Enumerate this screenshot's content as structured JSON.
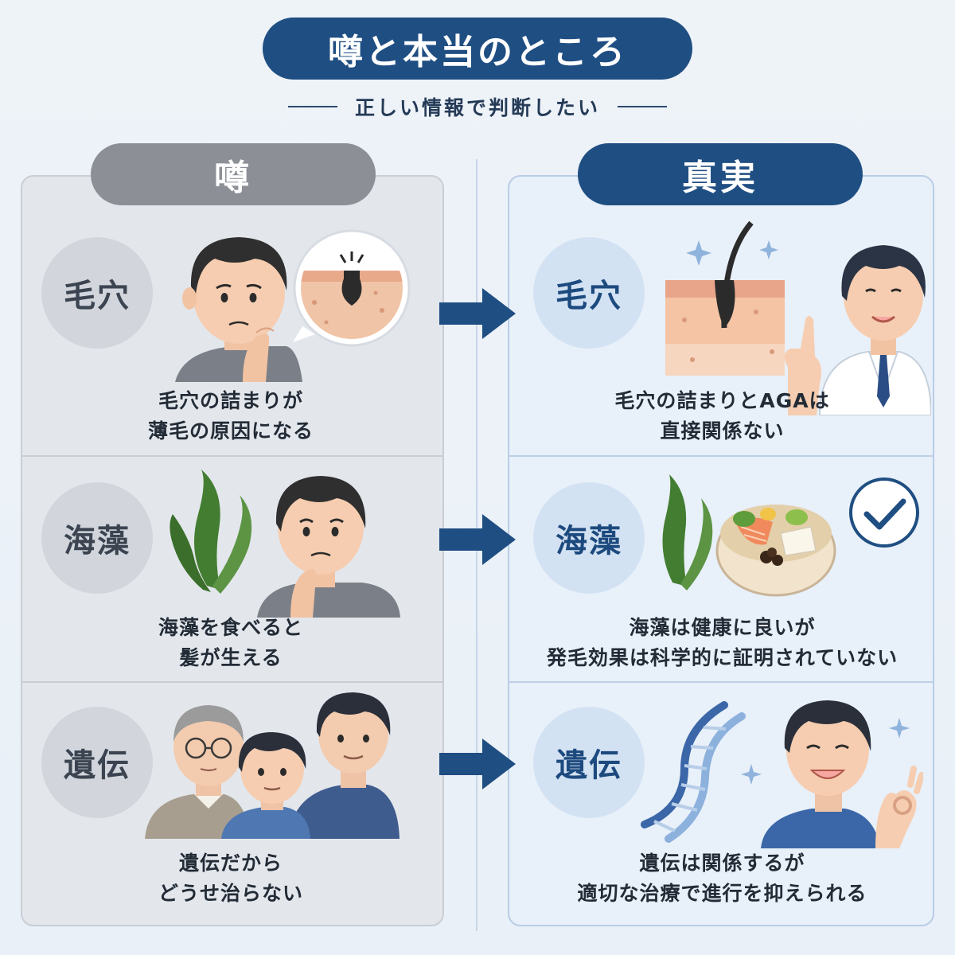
{
  "header": {
    "title": "噂と本当のところ",
    "subtitle": "正しい情報で判断したい"
  },
  "columns": {
    "myth_label": "噂",
    "truth_label": "真実"
  },
  "rows": [
    {
      "myth_badge": "毛穴",
      "myth_line1": "毛穴の詰まりが",
      "myth_line2": "薄毛の原因になる",
      "truth_badge": "毛穴",
      "truth_line1": "毛穴の詰まりとAGAは",
      "truth_line2": "直接関係ない"
    },
    {
      "myth_badge": "海藻",
      "myth_line1": "海藻を食べると",
      "myth_line2": "髪が生える",
      "truth_badge": "海藻",
      "truth_line1": "海藻は健康に良いが",
      "truth_line2": "発毛効果は科学的に証明されていない"
    },
    {
      "myth_badge": "遺伝",
      "myth_line1": "遺伝だから",
      "myth_line2": "どうせ治らない",
      "truth_badge": "遺伝",
      "truth_line1": "遺伝は関係するが",
      "truth_line2": "適切な治療で進行を抑えられる"
    }
  ],
  "icons": {
    "arrow": "right-arrow-icon",
    "check": "check-circle-icon",
    "sparkle": "sparkle-icon",
    "dna": "dna-helix-icon",
    "seaweed": "seaweed-icon",
    "pore": "hair-follicle-icon",
    "food": "food-bowl-icon"
  },
  "colors": {
    "brand_navy": "#1f4e82",
    "myth_gray": "#8c9096",
    "background": "#eef3f8",
    "skin": "#f2b99a",
    "hair": "#2b2b2b",
    "seaweed": "#3f7a2e"
  }
}
